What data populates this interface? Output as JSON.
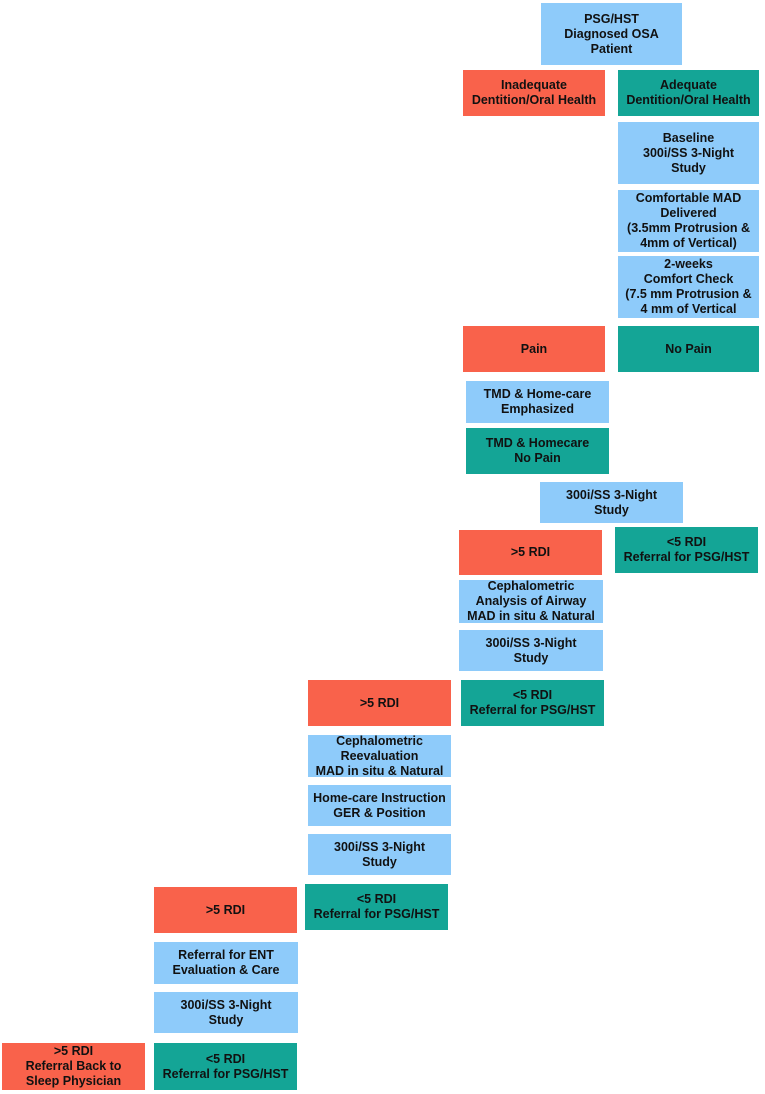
{
  "colors": {
    "blue": "#8ecbfa",
    "red": "#f9624b",
    "teal": "#14a596"
  },
  "nodes": {
    "start": "PSG/HST\nDiagnosed OSA\nPatient",
    "inadequate": "Inadequate\nDentition/Oral Health",
    "adequate": "Adequate\nDentition/Oral Health",
    "baseline": "Baseline\n300i/SS 3-Night\nStudy",
    "mad_delivered": "Comfortable MAD\nDelivered\n(3.5mm Protrusion &\n4mm of Vertical)",
    "comfort_check": "2-weeks\nComfort Check\n(7.5 mm Protrusion &\n4 mm of Vertical",
    "pain": "Pain",
    "no_pain": "No Pain",
    "tmd_emphasized": "TMD & Home-care\nEmphasized",
    "tmd_no_pain": "TMD & Homecare\nNo Pain",
    "study1": "300i/SS 3-Night\nStudy",
    "lt5_1": "<5 RDI\nReferral for PSG/HST",
    "gt5_1": ">5 RDI",
    "ceph_analysis": "Cephalometric\nAnalysis of Airway\nMAD in situ & Natural",
    "study2": "300i/SS 3-Night\nStudy",
    "lt5_2": "<5 RDI\nReferral for PSG/HST",
    "gt5_2": ">5 RDI",
    "ceph_reeval": "Cephalometric\nReevaluation\nMAD in situ & Natural",
    "homecare_instr": "Home-care Instruction\nGER & Position",
    "study3": "300i/SS 3-Night\nStudy",
    "lt5_3": "<5 RDI\nReferral for PSG/HST",
    "gt5_3": ">5 RDI",
    "ent_referral": "Referral for ENT\nEvaluation & Care",
    "study4": "300i/SS 3-Night\nStudy",
    "lt5_4": "<5 RDI\nReferral for PSG/HST",
    "gt5_final": ">5 RDI\nReferral Back to\nSleep Physician"
  }
}
